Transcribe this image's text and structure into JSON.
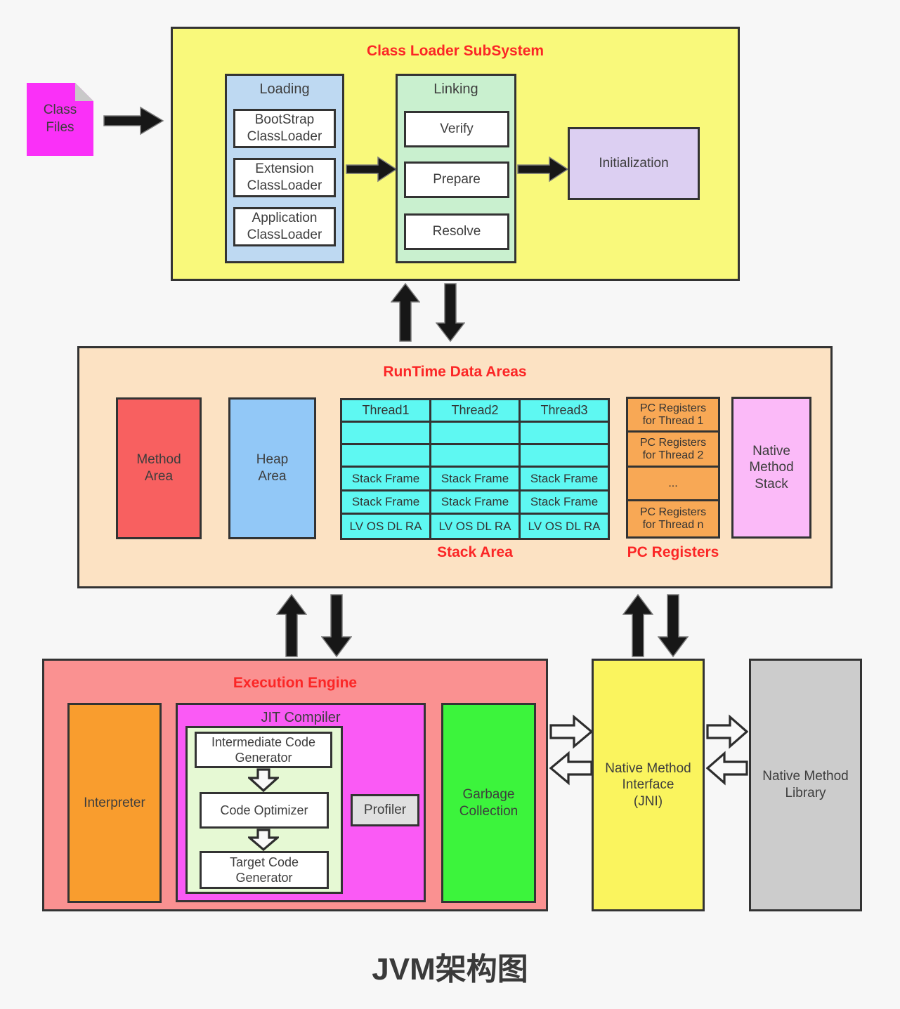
{
  "page_title": "JVM架构图",
  "class_files": {
    "label": "Class\nFiles"
  },
  "class_loader_subsystem": {
    "title": "Class Loader SubSystem",
    "loading": {
      "title": "Loading",
      "items": [
        "BootStrap\nClassLoader",
        "Extension\nClassLoader",
        "Application\nClassLoader"
      ]
    },
    "linking": {
      "title": "Linking",
      "items": [
        "Verify",
        "Prepare",
        "Resolve"
      ]
    },
    "initialization": {
      "label": "Initialization"
    }
  },
  "runtime_data_areas": {
    "title": "RunTime Data Areas",
    "method_area": {
      "label": "Method\nArea"
    },
    "heap_area": {
      "label": "Heap\nArea"
    },
    "stack_area": {
      "label": "Stack Area",
      "table": {
        "headers": [
          "Thread1",
          "Thread2",
          "Thread3"
        ],
        "rows": [
          [
            "",
            "",
            ""
          ],
          [
            "",
            "",
            ""
          ],
          [
            "Stack Frame",
            "Stack Frame",
            "Stack Frame"
          ],
          [
            "Stack Frame",
            "Stack Frame",
            "Stack Frame"
          ],
          [
            "LV OS DL RA",
            "LV OS DL RA",
            "LV OS DL RA"
          ]
        ]
      }
    },
    "pc_registers": {
      "label": "PC Registers",
      "cells": [
        "PC Registers\nfor Thread 1",
        "PC Registers\nfor Thread 2",
        "...",
        "PC Registers\nfor Thread n"
      ]
    },
    "native_method_stack": {
      "label": "Native\nMethod\nStack"
    }
  },
  "execution_engine": {
    "title": "Execution Engine",
    "interpreter": {
      "label": "Interpreter"
    },
    "jit_compiler": {
      "title": "JIT Compiler",
      "intermediate_code_generator": "Intermediate Code\nGenerator",
      "code_optimizer": "Code Optimizer",
      "target_code_generator": "Target Code\nGenerator",
      "profiler": "Profiler"
    },
    "garbage_collection": {
      "label": "Garbage\nCollection"
    }
  },
  "native_method_interface": {
    "label": "Native Method\nInterface\n(JNI)"
  },
  "native_method_library": {
    "label": "Native Method\nLibrary"
  },
  "icons": {
    "solid-arrow-right": "➡",
    "solid-arrow-up": "⬆",
    "solid-arrow-down": "⬇",
    "hollow-arrow-right": "⇨",
    "hollow-arrow-left": "⇦",
    "hollow-arrow-down": "⇩",
    "document": "🗎"
  },
  "colors": {
    "background": "#f7f7f7",
    "border": "#333333",
    "accent_red": "#fb2626",
    "class_files_bg": "#fa30f8",
    "class_loader_bg": "#f9f97b",
    "loading_bg": "#bed9f2",
    "linking_bg": "#c9f0cf",
    "initialization_bg": "#dccff2",
    "runtime_bg": "#fce2c3",
    "method_area_bg": "#f86060",
    "heap_area_bg": "#92c8f7",
    "stack_table_bg": "#5ef8f2",
    "pc_table_bg": "#f8a855",
    "native_method_stack_bg": "#fbbaf8",
    "execution_engine_bg": "#fa9191",
    "interpreter_bg": "#f99d2e",
    "jit_bg": "#fa5af5",
    "jit_inner_bg": "#e6f9d4",
    "profiler_bg": "#e0e0e0",
    "garbage_collection_bg": "#3cf43c",
    "jni_bg": "#faf45e",
    "native_method_library_bg": "#cccccc"
  }
}
